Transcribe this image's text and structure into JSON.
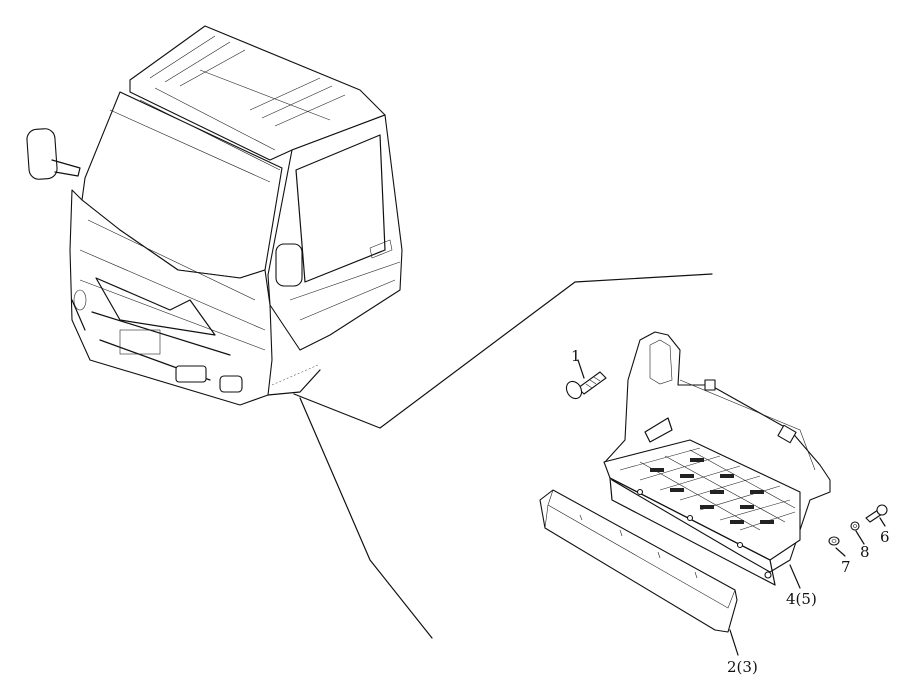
{
  "callouts": [
    {
      "id": "c1",
      "text": "1"
    },
    {
      "id": "c6",
      "text": "6"
    },
    {
      "id": "c7",
      "text": "7"
    },
    {
      "id": "c8",
      "text": "8"
    },
    {
      "id": "c45",
      "text": "4(5)"
    },
    {
      "id": "c23",
      "text": "2(3)"
    }
  ]
}
